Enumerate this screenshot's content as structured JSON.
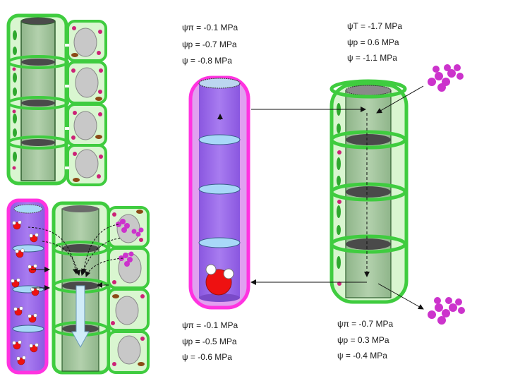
{
  "colors": {
    "cell_wall": "#3fcc3f",
    "cell_fill": "#d9f6d0",
    "xylem_fill": "#9fc49a",
    "phloem_fill": "#9b69e6",
    "phloem_wall": "#ff33e0",
    "plate": "#4a4a4a",
    "sugar": "#cc33cc",
    "water": "#ee1111",
    "sieve_blue": "#a8d8f8"
  },
  "labels": {
    "phloem_top": {
      "osmotic": "ψπ = -0.1 MPa",
      "pressure": "ψp = -0.7 MPa",
      "total": "ψ = -0.8 MPa"
    },
    "xylem_top": {
      "osmotic": "ψT = -1.7 MPa",
      "pressure": "ψp = 0.6 MPa",
      "total": "ψ = -1.1 MPa"
    },
    "phloem_bottom": {
      "osmotic": "ψπ = -0.1 MPa",
      "pressure": "ψp = -0.5 MPa",
      "total": "ψ = -0.6 MPa"
    },
    "xylem_bottom": {
      "osmotic": "ψπ = -0.7 MPa",
      "pressure": "ψp = 0.3 MPa",
      "total": "ψ = -0.4 MPa"
    }
  }
}
